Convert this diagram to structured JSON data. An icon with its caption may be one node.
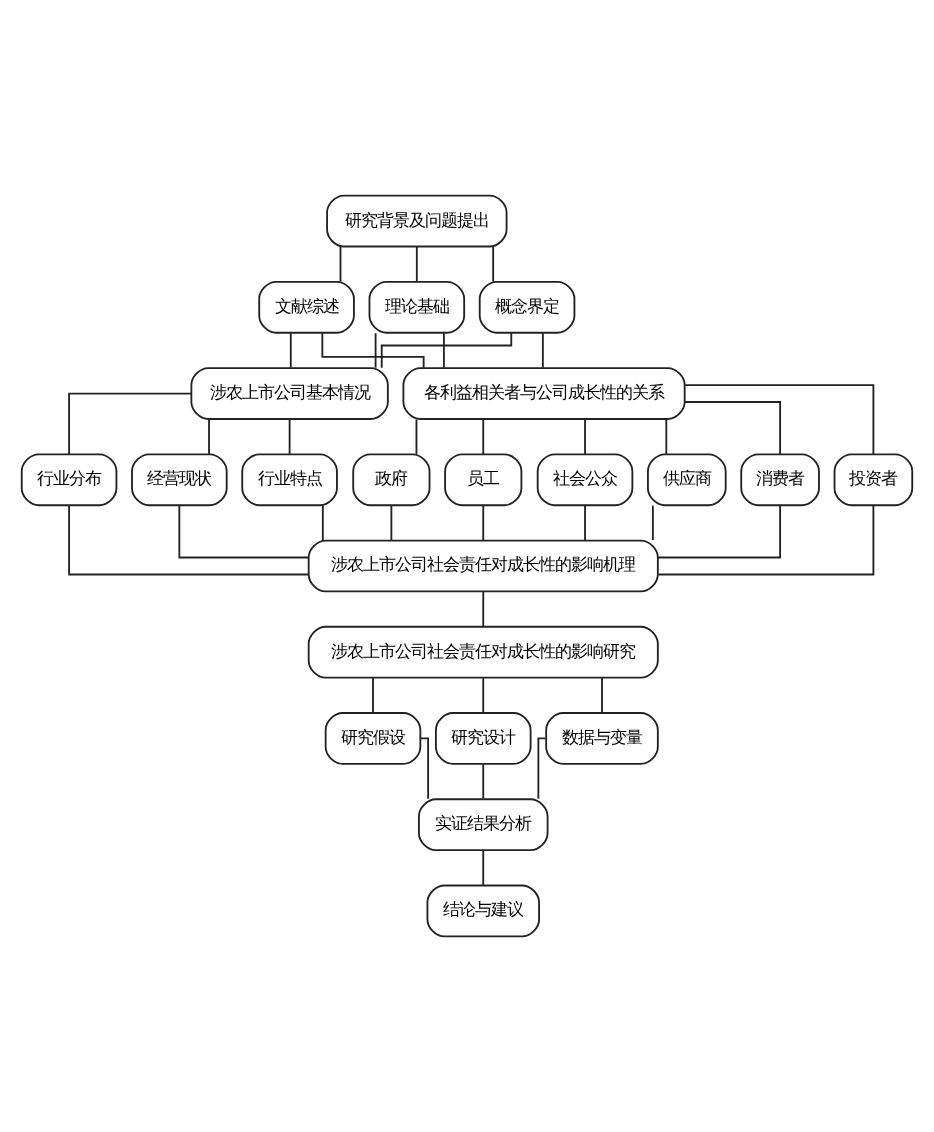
{
  "diagram": {
    "nodes": [
      {
        "text": [
          "研究背景及问题提出"
        ]
      },
      {
        "text": [
          "文献综述"
        ]
      },
      {
        "text": [
          "理论基础"
        ]
      },
      {
        "text": [
          "概念界定"
        ]
      },
      {
        "text": [
          "涉农上市公司基本情况"
        ]
      },
      {
        "text": [
          "各利益相关者与公司成长性的关系"
        ]
      },
      {
        "text": [
          "行业分布"
        ]
      },
      {
        "text": [
          "经营现状"
        ]
      },
      {
        "text": [
          "行业特点"
        ]
      },
      {
        "text": [
          "供应商"
        ]
      },
      {
        "text": [
          "消费者"
        ]
      },
      {
        "text": [
          "投资者"
        ]
      },
      {
        "text": [
          "政府"
        ]
      },
      {
        "text": [
          "员工"
        ]
      },
      {
        "text": [
          "社会公众"
        ]
      },
      {
        "text": [
          "涉农上市公司社会责任对成长性的影响机理"
        ]
      },
      {
        "text": [
          "涉农上市公司社会责任对成长性的影响研究"
        ]
      },
      {
        "text": [
          "研究假设"
        ]
      },
      {
        "text": [
          "研究设计"
        ]
      },
      {
        "text": [
          "数据与变量"
        ]
      },
      {
        "text": [
          "实证结果分析"
        ]
      },
      {
        "text": [
          "结论与建议"
        ]
      }
    ],
    "edges": [
      {
        "from": 0,
        "to": 1,
        "arrow": "none"
      },
      {
        "from": 0,
        "to": 2,
        "arrow": "none"
      },
      {
        "from": 0,
        "to": 3,
        "arrow": "none"
      },
      {
        "from": 1,
        "to": 4,
        "arrow": "none"
      },
      {
        "from": 1,
        "to": 5,
        "arrow": "none"
      },
      {
        "from": 2,
        "to": 4,
        "arrow": "none"
      },
      {
        "from": 2,
        "to": 5,
        "arrow": "none"
      },
      {
        "from": 3,
        "to": 4,
        "arrow": "none"
      },
      {
        "from": 3,
        "to": 5,
        "arrow": "none"
      },
      {
        "from": 4,
        "to": 6,
        "arrow": "none"
      },
      {
        "from": 4,
        "to": 7,
        "arrow": "none"
      },
      {
        "from": 4,
        "to": 8,
        "arrow": "none"
      },
      {
        "from": 5,
        "to": 9,
        "arrow": "none"
      },
      {
        "from": 5,
        "to": 10,
        "arrow": "none"
      },
      {
        "from": 5,
        "to": 11,
        "arrow": "none"
      },
      {
        "from": 5,
        "to": 12,
        "arrow": "none"
      },
      {
        "from": 5,
        "to": 13,
        "arrow": "none"
      },
      {
        "from": 5,
        "to": 14,
        "arrow": "none"
      },
      {
        "from": 6,
        "to": 15,
        "arrow": "none"
      },
      {
        "from": 7,
        "to": 15,
        "arrow": "none"
      },
      {
        "from": 8,
        "to": 15,
        "arrow": "none"
      },
      {
        "from": 9,
        "to": 15,
        "arrow": "none"
      },
      {
        "from": 10,
        "to": 15,
        "arrow": "none"
      },
      {
        "from": 11,
        "to": 15,
        "arrow": "none"
      },
      {
        "from": 12,
        "to": 15,
        "arrow": "none"
      },
      {
        "from": 13,
        "to": 15,
        "arrow": "none"
      },
      {
        "from": 14,
        "to": 15,
        "arrow": "none"
      },
      {
        "from": 15,
        "to": 16,
        "arrow": "none"
      },
      {
        "from": 16,
        "to": 17,
        "arrow": "none"
      },
      {
        "from": 16,
        "to": 18,
        "arrow": "none"
      },
      {
        "from": 16,
        "to": 19,
        "arrow": "none"
      },
      {
        "from": 17,
        "to": 20,
        "arrow": "none"
      },
      {
        "from": 18,
        "to": 20,
        "arrow": "none"
      },
      {
        "from": 19,
        "to": 20,
        "arrow": "none"
      },
      {
        "from": 20,
        "to": 21,
        "arrow": "none"
      }
    ]
  }
}
